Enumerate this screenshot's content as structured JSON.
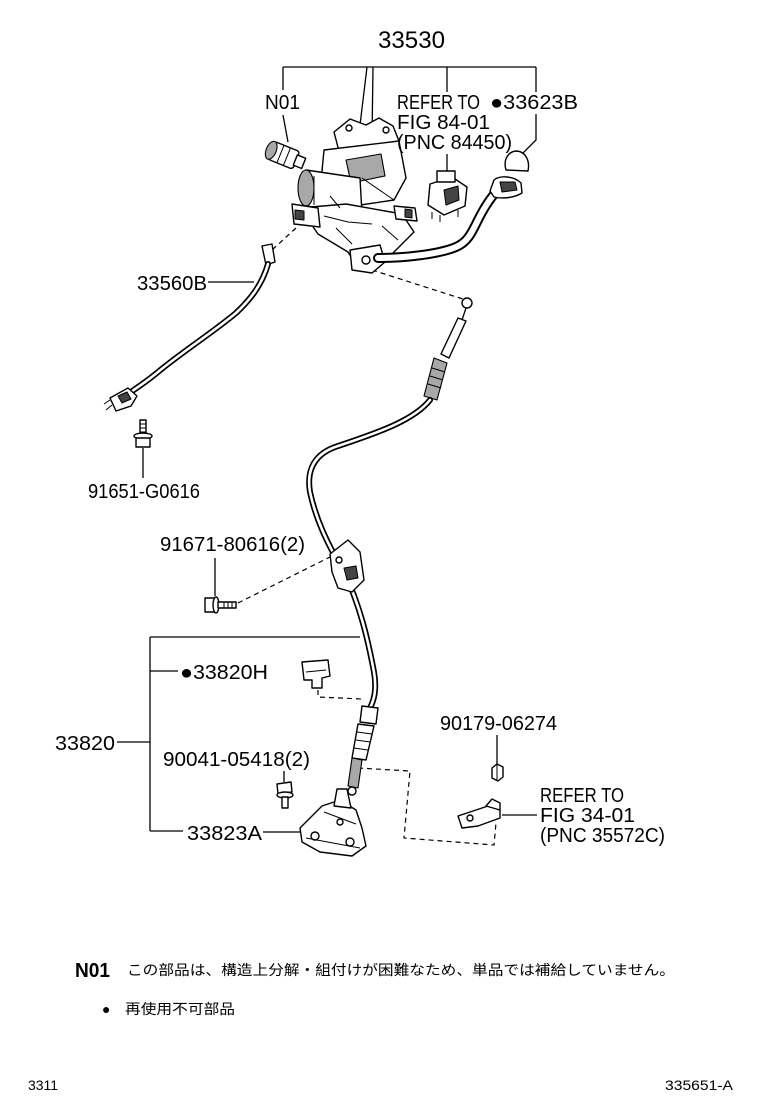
{
  "callouts": {
    "shift_lever_assy": "33530",
    "n01_part": "N01",
    "refer_fig84": [
      "REFER TO",
      "FIG 84-01",
      "(PNC 84450)"
    ],
    "knob_33623b": "●33623B",
    "cable_33560b": "33560B",
    "bolt_91651": "91651-G0616",
    "bolt_91671": "91671-80616(2)",
    "clip_33820h": "●33820H",
    "cable_assy_33820": "33820",
    "bolt_90041": "90041-05418(2)",
    "bracket_33823a": "33823A",
    "nut_90179": "90179-06274",
    "refer_fig34": [
      "REFER TO",
      "FIG 34-01",
      "(PNC 35572C)"
    ]
  },
  "notes": {
    "n01_code": "N01",
    "n01_text": "この部品は、構造上分解・組付けが困難なため、単品では補給していません。",
    "bullet_symbol": "●",
    "bullet_text": "再使用不可部品"
  },
  "footer": {
    "figure_number": "3311",
    "illustration_id": "335651-A"
  }
}
